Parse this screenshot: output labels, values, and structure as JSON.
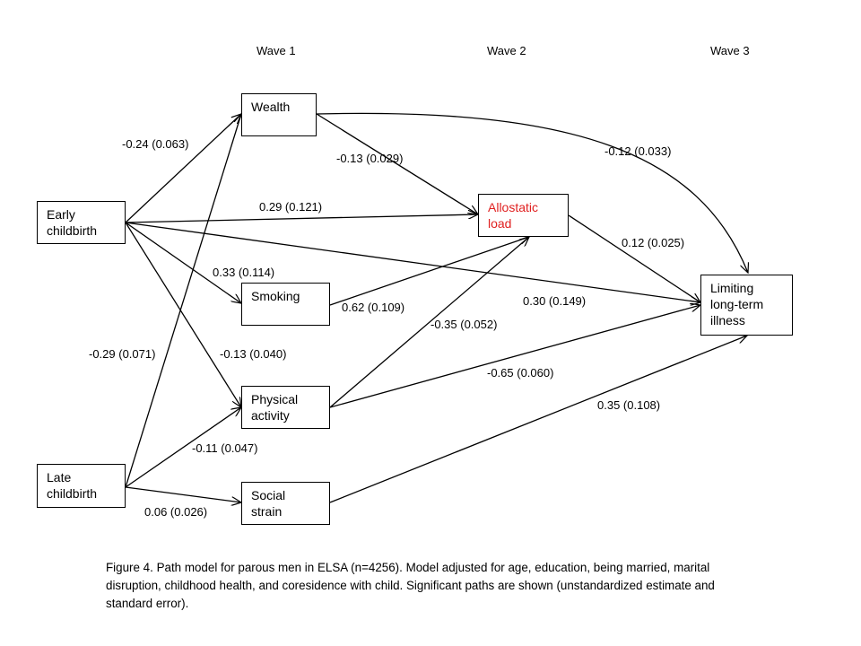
{
  "waves": {
    "wave1": "Wave 1",
    "wave2": "Wave 2",
    "wave3": "Wave 3"
  },
  "nodes": {
    "early_childbirth": "Early\nchildbirth",
    "late_childbirth": "Late\nchildbirth",
    "wealth": "Wealth",
    "smoking": "Smoking",
    "physical_activity": "Physical\nactivity",
    "social_strain": "Social\nstrain",
    "allostatic_load": "Allostatic\nload",
    "limiting_illness": "Limiting\nlong-term\nillness"
  },
  "colors": {
    "allostatic_load_text": "#e02020",
    "lines": "#000000"
  },
  "paths": {
    "early_wealth": "-0.24 (0.063)",
    "wealth_allostatic": "-0.13 (0.029)",
    "wealth_illness": "-0.12  (0.033)",
    "early_allostatic": "0.29 (0.121)",
    "allostatic_illness": "0.12 (0.025)",
    "early_smoking": "0.33 (0.114)",
    "smoking_allostatic": "0.62 (0.109)",
    "early_illness": "0.30 (0.149)",
    "physical_allostatic": "-0.35 (0.052)",
    "late_wealth": "-0.29 (0.071)",
    "early_physical": "-0.13 (0.040)",
    "physical_illness": "-0.65 (0.060)",
    "social_illness": "0.35 (0.108)",
    "late_physical": "-0.11 (0.047)",
    "late_social": "0.06 (0.026)"
  },
  "caption": "Figure 4. Path model for parous men in ELSA (n=4256). Model adjusted for age, education, being married, marital disruption, childhood health, and coresidence with child. Significant paths are shown (unstandardized estimate and standard error)."
}
